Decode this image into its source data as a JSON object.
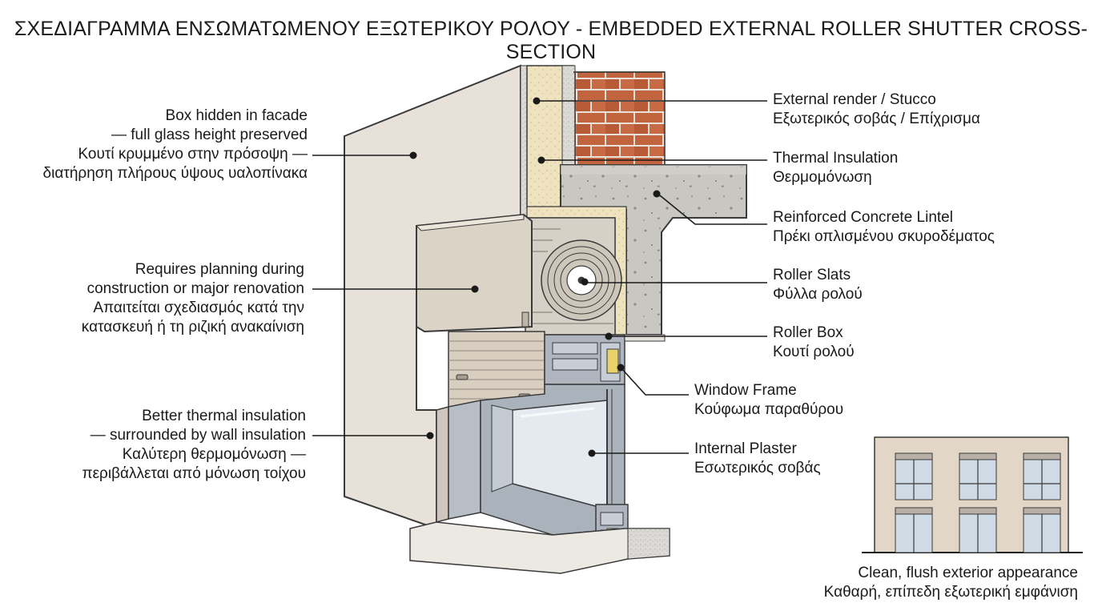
{
  "title": "ΣΧΕΔΙΑΓΡΑΜΜΑ ΕΝΣΩΜΑΤΩΜΕΝΟΥ ΕΞΩΤΕΡΙΚΟΥ ΡΟΛΟΥ - EMBEDDED EXTERNAL ROLLER SHUTTER CROSS-SECTION",
  "left_notes": [
    {
      "lines": [
        "Box hidden in facade",
        "— full glass height preserved",
        "Κουτί κρυμμένο στην πρόσοψη —",
        "διατήρηση πλήρους ύψους υαλοπίνακα"
      ]
    },
    {
      "lines": [
        "Requires planning during",
        "construction or major renovation",
        "Απαιτείται σχεδιασμός κατά την",
        "κατασκευή ή τη ριζική ανακαίνιση"
      ]
    },
    {
      "lines": [
        "Better thermal insulation",
        "— surrounded by wall insulation",
        "Καλύτερη θερμομόνωση —",
        "περιβάλλεται από μόνωση τοίχου"
      ]
    }
  ],
  "right_labels": [
    {
      "en": "External render / Stucco",
      "gr": "Εξωτερικός σοβάς / Επίχρισμα"
    },
    {
      "en": "Thermal Insulation",
      "gr": "Θερμομόνωση"
    },
    {
      "en": "Reinforced Concrete Lintel",
      "gr": "Πρέκι οπλισμένου σκυροδέματος"
    },
    {
      "en": "Roller Slats",
      "gr": "Φύλλα ρολού"
    },
    {
      "en": "Roller Box",
      "gr": "Κουτί ρολού"
    },
    {
      "en": "Window Frame",
      "gr": "Κούφωμα παραθύρου"
    },
    {
      "en": "Internal Plaster",
      "gr": "Εσωτερικός σοβάς"
    }
  ],
  "inset": {
    "caption_en": "Clean, flush exterior appearance",
    "caption_gr": "Καθαρή, επίπεδη εξωτερική εμφάνιση"
  },
  "colors": {
    "render": "#e8e0d6",
    "insulation": "#efe3bf",
    "brick": "#c2643e",
    "concrete": "#c6c4bf",
    "glass": "#dbe6ee",
    "frame": "#9aa3ad",
    "box": "#d8cfc4"
  }
}
